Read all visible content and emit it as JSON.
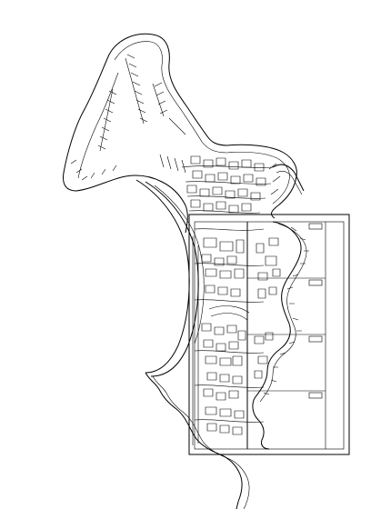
{
  "drawing": {
    "sheet_labels": [
      "",
      "",
      "",
      ""
    ],
    "colors": {
      "ink": "#000000",
      "paper": "#ffffff"
    },
    "icons": [
      "site-boundary",
      "road-network",
      "building-footprints",
      "sheet-index-frame",
      "river-line",
      "coastline"
    ]
  }
}
